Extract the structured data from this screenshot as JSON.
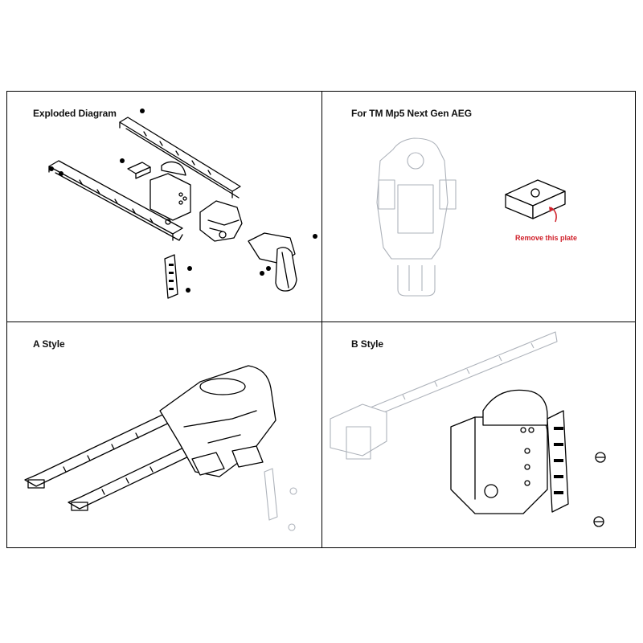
{
  "panels": {
    "exploded": {
      "title": "Exploded Diagram"
    },
    "tm_mp5": {
      "title": "For TM Mp5 Next Gen AEG",
      "callout": "Remove this plate"
    },
    "a_style": {
      "title": "A Style"
    },
    "b_style": {
      "title": "B Style"
    }
  },
  "colors": {
    "line": "#000000",
    "faded_line": "#aeb3bb",
    "callout": "#d0202a"
  },
  "icons": [
    "exploded-parts-illustration",
    "receiver-outline-illustration",
    "plate-part-illustration",
    "stock-assembly-illustration",
    "stock-mount-illustration",
    "screw-icon"
  ]
}
